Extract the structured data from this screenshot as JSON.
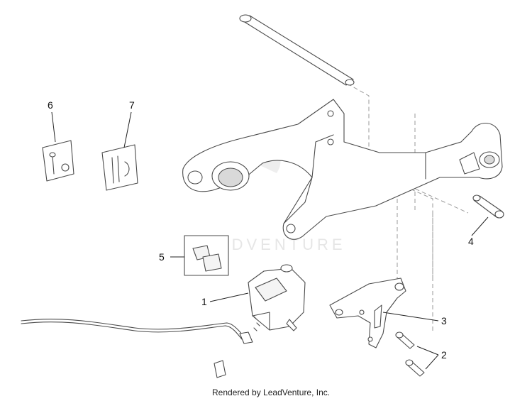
{
  "callouts": [
    {
      "id": "1",
      "label": "1"
    },
    {
      "id": "2",
      "label": "2"
    },
    {
      "id": "3",
      "label": "3"
    },
    {
      "id": "4",
      "label": "4"
    },
    {
      "id": "5",
      "label": "5"
    },
    {
      "id": "6",
      "label": "6"
    },
    {
      "id": "7",
      "label": "7"
    }
  ],
  "watermark": "LEADVENTURE",
  "footer": "Rendered by LeadVenture, Inc."
}
